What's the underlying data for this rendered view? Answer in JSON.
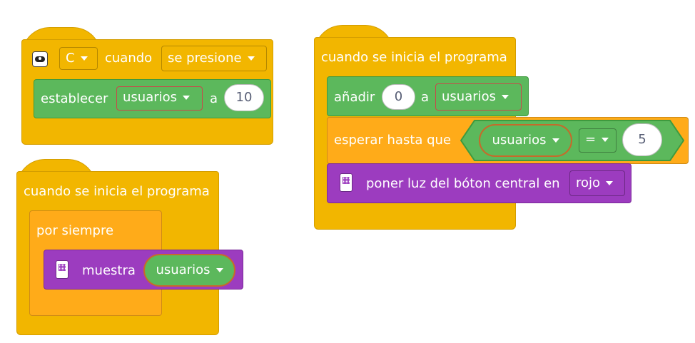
{
  "stack1": {
    "hat": {
      "port": "C",
      "when": "cuando",
      "event": "se presione"
    },
    "set": {
      "label": "establecer",
      "variable": "usuarios",
      "to": "a",
      "value": "10"
    }
  },
  "stack2": {
    "hat": "cuando se inicia el programa",
    "loop": "por siempre",
    "display": {
      "label": "muestra",
      "variable": "usuarios"
    }
  },
  "stack3": {
    "hat": "cuando se inicia el programa",
    "add": {
      "label": "añadir",
      "value": "0",
      "to": "a",
      "variable": "usuarios"
    },
    "wait": {
      "label": "esperar hasta que",
      "variable": "usuarios",
      "operator": "=",
      "value": "5"
    },
    "light": {
      "label": "poner luz del bóton central en",
      "color": "rojo"
    }
  },
  "icons": {
    "hub": "hub-icon",
    "matrix": "light-matrix-icon"
  },
  "colors": {
    "events": "#f2b600",
    "control": "#ffab19",
    "variables": "#5cb85c",
    "display": "#9c3cbf"
  }
}
